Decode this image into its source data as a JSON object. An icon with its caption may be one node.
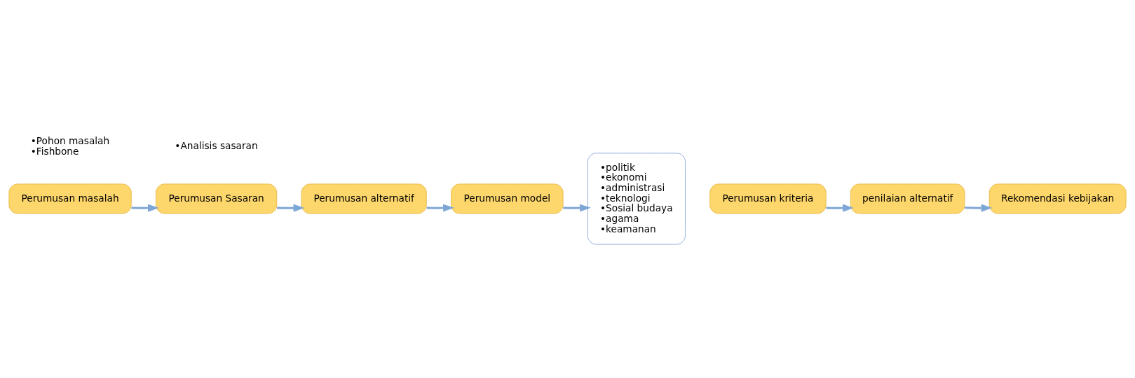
{
  "diagram": {
    "nodes": [
      {
        "text": [
          "Perumusan masalah"
        ],
        "beside": [
          "•Pohon masalah",
          "•Fishbone"
        ]
      },
      {
        "text": [
          "Perumusan Sasaran"
        ],
        "beside": [
          "•Analisis sasaran"
        ]
      },
      {
        "text": [
          "Perumusan alternatif"
        ]
      },
      {
        "text": [
          "Perumusan model"
        ]
      },
      {
        "text": [
          "•politik",
          "•ekonomi",
          "•administrasi",
          "•teknologi",
          "•Sosial budaya",
          "•agama",
          "•keamanan"
        ]
      },
      {
        "text": [
          "Perumusan kriteria"
        ]
      },
      {
        "text": [
          "penilaian alternatif"
        ]
      },
      {
        "text": [
          "Rekomendasi kebijakan"
        ]
      }
    ],
    "edges": [
      {
        "from": 0,
        "to": 1,
        "arrow": "to"
      },
      {
        "from": 1,
        "to": 2,
        "arrow": "to"
      },
      {
        "from": 2,
        "to": 3,
        "arrow": "to"
      },
      {
        "from": 3,
        "to": 4,
        "arrow": "to"
      },
      {
        "from": 5,
        "to": 6,
        "arrow": "to"
      },
      {
        "from": 6,
        "to": 7,
        "arrow": "to"
      }
    ]
  }
}
